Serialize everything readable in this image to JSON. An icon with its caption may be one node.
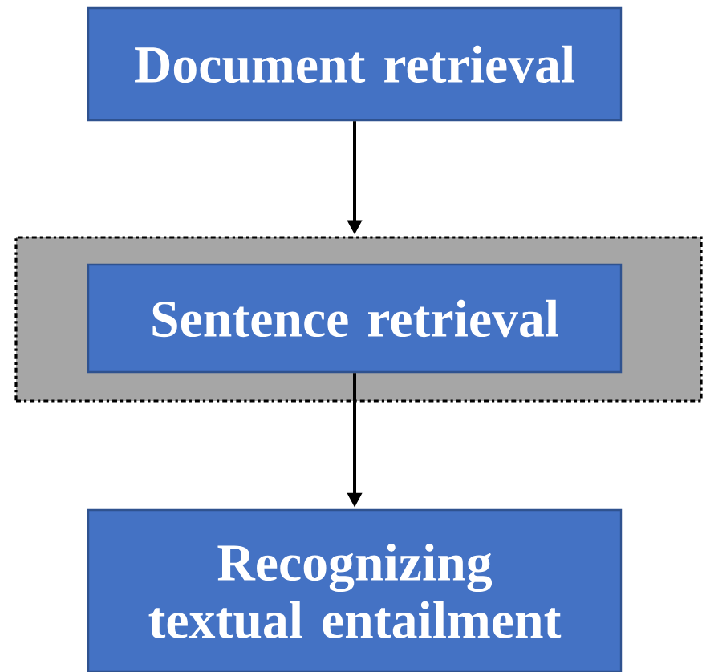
{
  "diagram": {
    "nodes": [
      {
        "text": [
          "Document retrieval"
        ]
      },
      {
        "text": [],
        "shape": "box"
      },
      {
        "text": [
          "Sentence retrieval"
        ],
        "in": 1
      },
      {
        "text": [
          "Recognizing textual entailment"
        ]
      }
    ],
    "edges": [
      {
        "from": 0,
        "to": 1,
        "arrow": "to"
      },
      {
        "from": 2,
        "to": 3,
        "arrow": "to"
      }
    ]
  }
}
